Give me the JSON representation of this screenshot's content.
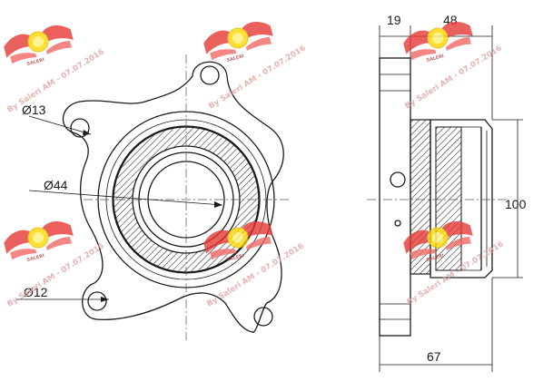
{
  "drawing": {
    "front_view": {
      "dims": {
        "bolt_hole": "Ø13",
        "bore": "Ø44",
        "pilot_hole": "Ø12"
      }
    },
    "side_view": {
      "dims": {
        "flange_width": "19",
        "body_length": "48",
        "outer_diameter": "100",
        "total_length": "67"
      }
    }
  },
  "watermark": {
    "text": "By Saleri AM - 07.07.2016",
    "logo_text": "SALERI",
    "color": "#e53935"
  }
}
